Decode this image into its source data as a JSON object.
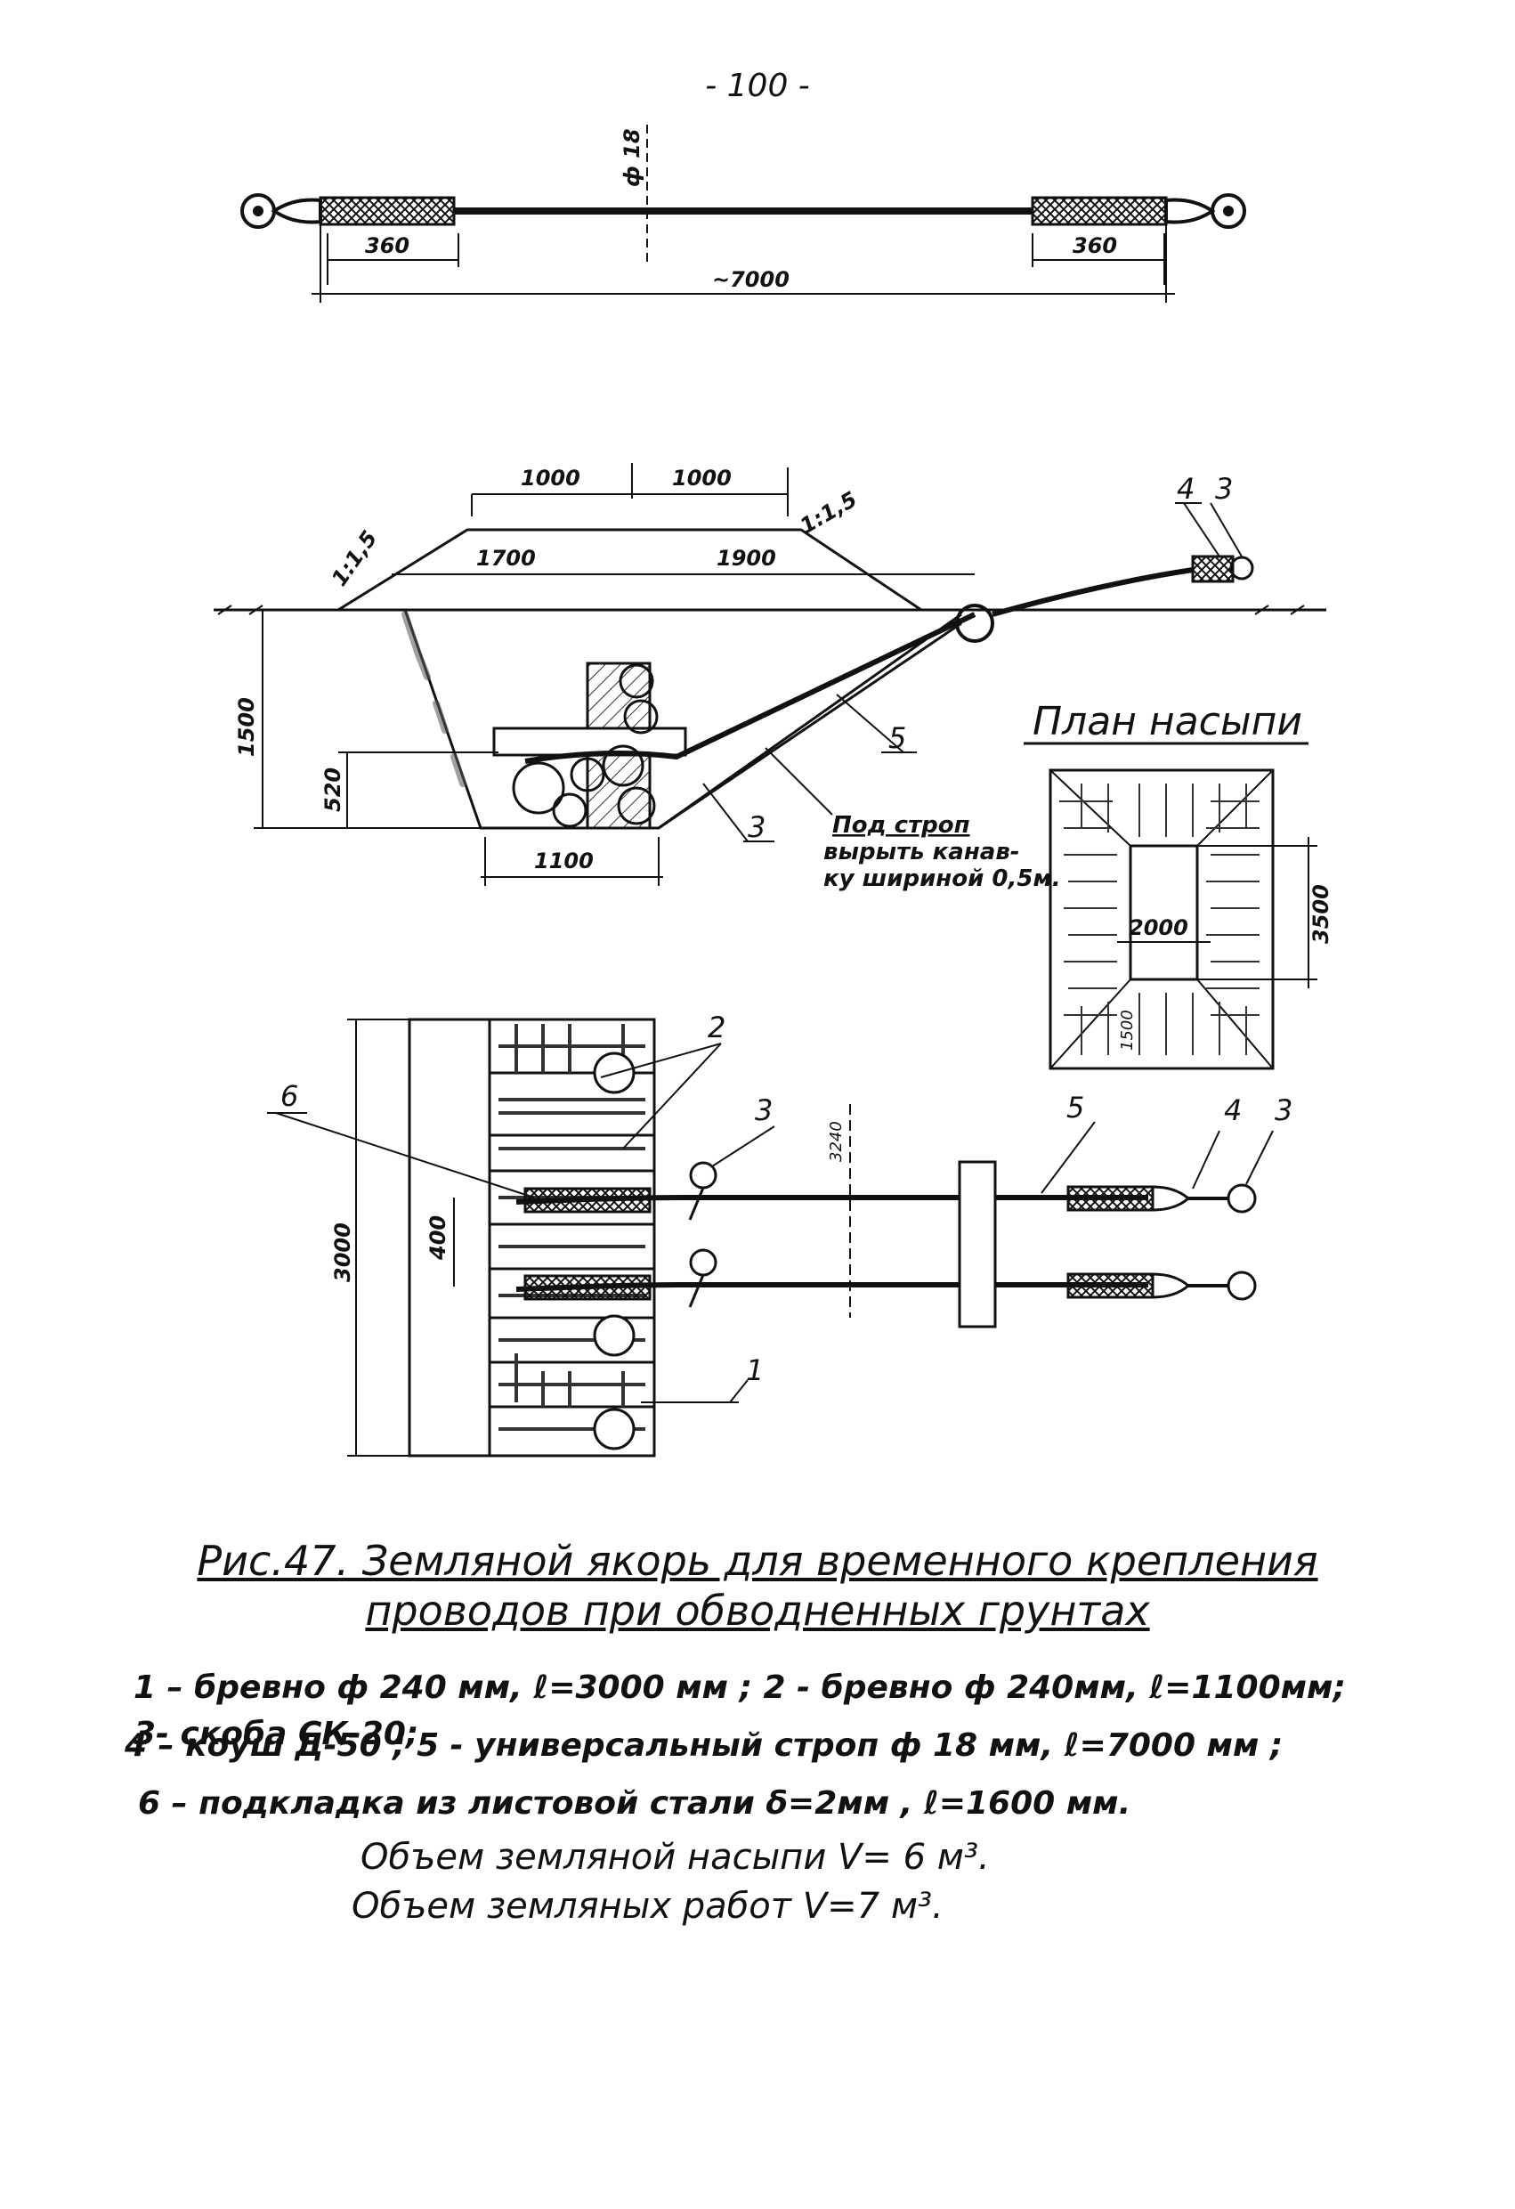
{
  "page_number": "- 100 -",
  "sling_detail": {
    "diameter_label": "ф 18",
    "end_length_left": "360",
    "end_length_right": "360",
    "total_length": "~7000"
  },
  "section": {
    "dim_top_left": "1000",
    "dim_top_right": "1000",
    "dim_left": "1700",
    "dim_right": "1900",
    "slope_left": "1:1,5",
    "slope_right": "1:1,5",
    "depth": "1500",
    "log_height": "520",
    "bottom_width": "1100",
    "callout_4": "4",
    "callout_3_top": "3",
    "callout_5": "5",
    "callout_3_bottom": "3",
    "note": [
      "Под строп",
      "вырыть канав-",
      "ку шириной 0,5м."
    ]
  },
  "plan": {
    "title": "План насыпи",
    "width": "2000",
    "height": "3500",
    "inner": "1500"
  },
  "top_view": {
    "callout_2": "2",
    "callout_6": "6",
    "callout_3_left": "3",
    "callout_5": "5",
    "callout_4": "4",
    "callout_3_right": "3",
    "callout_1": "1",
    "spacing": "400",
    "length": "3000",
    "sling_gap": "3240"
  },
  "caption": {
    "title_line1": "Рис.47. Земляной якорь для временного крепления",
    "title_line2": "проводов при обводненных грунтах",
    "legend_line1": "1 – бревно ф 240 мм, ℓ=3000 мм ; 2 - бревно ф 240мм, ℓ=1100мм; 3- скоба СК-20;",
    "legend_line2": "4 – коуш Д-50 ; 5 - универсальный строп ф 18 мм, ℓ=7000 мм ;",
    "legend_line3": "6 – подкладка из листовой стали δ=2мм , ℓ=1600 мм.",
    "volume_fill": "Объем земляной насыпи   V= 6 м³.",
    "volume_works": "Объем земляных работ   V=7 м³."
  }
}
